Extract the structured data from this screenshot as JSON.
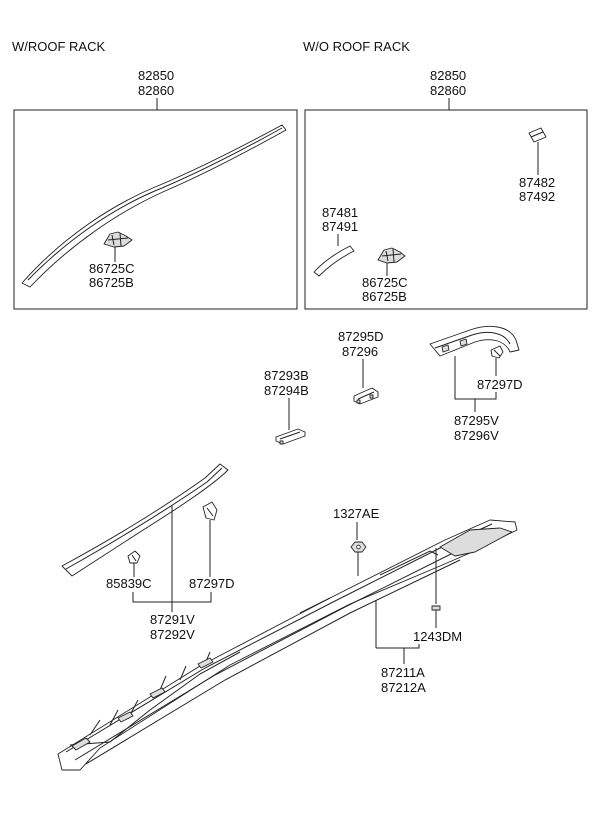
{
  "headers": {
    "with_rack": "W/ROOF RACK",
    "without_rack": "W/O ROOF RACK"
  },
  "labels": {
    "box1_top_a": "82850",
    "box1_top_b": "82860",
    "box1_clip_a": "86725C",
    "box1_clip_b": "86725B",
    "box2_top_a": "82850",
    "box2_top_b": "82860",
    "box2_cap_a": "87482",
    "box2_cap_b": "87492",
    "box2_strip_a": "87481",
    "box2_strip_b": "87491",
    "box2_clip_a": "86725C",
    "box2_clip_b": "86725B",
    "p87295d": "87295D",
    "p87296": "87296",
    "p87293b": "87293B",
    "p87294b": "87294B",
    "p87297d_top": "87297D",
    "p87295v": "87295V",
    "p87296v": "87296V",
    "p85839c": "85839C",
    "p87297d_mid": "87297D",
    "p87291v": "87291V",
    "p87292v": "87292V",
    "p1327ae": "1327AE",
    "p1243dm": "1243DM",
    "p87211a": "87211A",
    "p87212a": "87212A"
  }
}
